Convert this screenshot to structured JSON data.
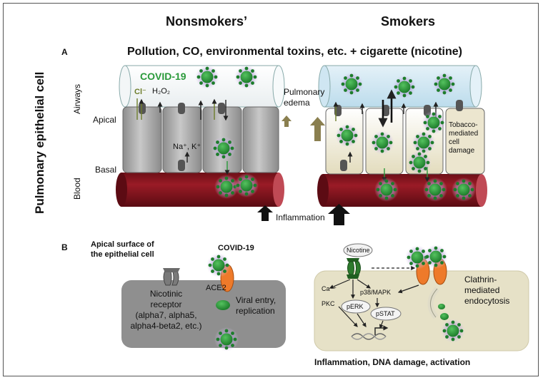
{
  "columns": {
    "nonsmokers": "Nonsmokers’",
    "smokers": "Smokers"
  },
  "panel_a": {
    "letter": "A",
    "top_caption": "Pollution, CO, environmental toxins, etc. + cigarette (nicotine)",
    "side_label": "Pulmonary epithelial cell",
    "airways": "Airways",
    "blood": "Blood",
    "apical": "Apical",
    "basal": "Basal",
    "covid": "COVID-19",
    "chloride": "Cl⁻",
    "h2o2": "H₂O₂",
    "na_k": "Na⁺, K⁺",
    "edema": "Pulmonary\nedema",
    "tobacco": "Tobacco-\nmediated\ncell\ndamage",
    "inflammation": "Inflammation"
  },
  "panel_b": {
    "letter": "B",
    "apical_surface": "Apical surface of\nthe epithelial cell",
    "covid": "COVID-19",
    "ace2": "ACE2",
    "nicotinic": "Nicotinic\nreceptor\n(alpha7, alpha5,\nalpha4-beta2, etc.)",
    "viral_entry": "Viral entry,\nreplication",
    "nicotine": "Nicotine",
    "ca": "Ca⁺⁺",
    "pkc": "PKC",
    "p38": "p38/MAPK",
    "perk": "pERK",
    "pstat": "pSTAT",
    "clathrin": "Clathrin-\nmediated\nendocytosis",
    "bottom_caption": "Inflammation, DNA damage, activation"
  },
  "colors": {
    "covid_green": "#2a9a3a",
    "virus_halo": "#b9a3dc",
    "blood": "#8a1520",
    "cell_gray": "#a9a9a9",
    "smoker_airway": "#cfe6f2",
    "cell_cream": "#ece6cf",
    "ace2_orange": "#ee7a2a",
    "receptor_green": "#2d7a2d"
  }
}
